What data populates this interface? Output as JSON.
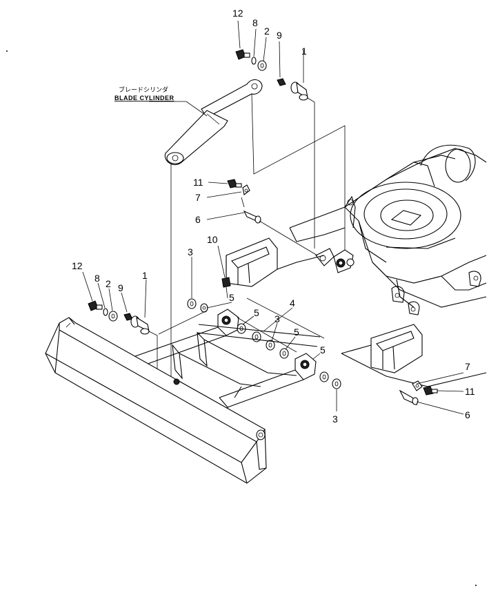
{
  "caption": {
    "japanese": "ブレードシリンダ",
    "english": "BLADE CYLINDER"
  },
  "callouts": [
    {
      "id": "c12a",
      "text": "12"
    },
    {
      "id": "c8a",
      "text": "8"
    },
    {
      "id": "c2a",
      "text": "2"
    },
    {
      "id": "c9a",
      "text": "9"
    },
    {
      "id": "c1a",
      "text": "1"
    },
    {
      "id": "c11a",
      "text": "11"
    },
    {
      "id": "c7a",
      "text": "7"
    },
    {
      "id": "c6a",
      "text": "6"
    },
    {
      "id": "c10",
      "text": "10"
    },
    {
      "id": "c3a",
      "text": "3"
    },
    {
      "id": "c5a",
      "text": "5"
    },
    {
      "id": "c5b",
      "text": "5"
    },
    {
      "id": "c4",
      "text": "4"
    },
    {
      "id": "c3b",
      "text": "3"
    },
    {
      "id": "c5c",
      "text": "5"
    },
    {
      "id": "c5d",
      "text": "5"
    },
    {
      "id": "c12b",
      "text": "12"
    },
    {
      "id": "c8b",
      "text": "8"
    },
    {
      "id": "c2b",
      "text": "2"
    },
    {
      "id": "c9b",
      "text": "9"
    },
    {
      "id": "c1b",
      "text": "1"
    },
    {
      "id": "c7b",
      "text": "7"
    },
    {
      "id": "c11b",
      "text": "11"
    },
    {
      "id": "c6b",
      "text": "6"
    },
    {
      "id": "c3c",
      "text": "3"
    }
  ]
}
